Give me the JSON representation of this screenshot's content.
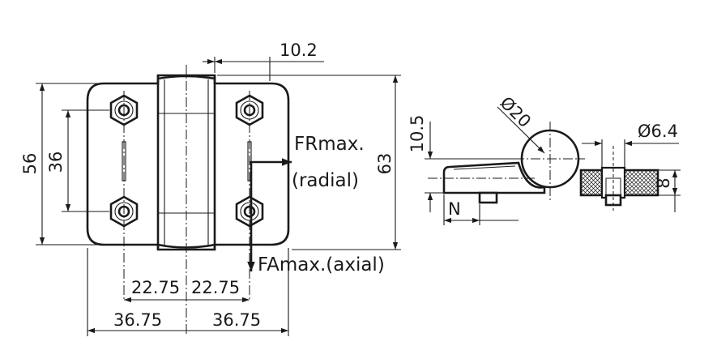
{
  "front_view": {
    "dim_pin_offset": "10.2",
    "dim_total_height": "56",
    "dim_hole_spacing_v": "36",
    "dim_plate_height": "63",
    "dim_hole_left": "22.75",
    "dim_hole_right": "22.75",
    "dim_half_left": "36.75",
    "dim_half_right": "36.75",
    "load_radial_1": "FRmax.",
    "load_radial_2": "(radial)",
    "load_axial": "FAmax.(axial)"
  },
  "side_view": {
    "dim_knuckle_dia": "Ø20",
    "dim_hole_dia": "Ø6.4",
    "dim_knuckle_height": "10.5",
    "dim_thickness": "8",
    "dim_n": "N"
  },
  "colors": {
    "line": "#1a1a1a",
    "background": "#ffffff"
  }
}
